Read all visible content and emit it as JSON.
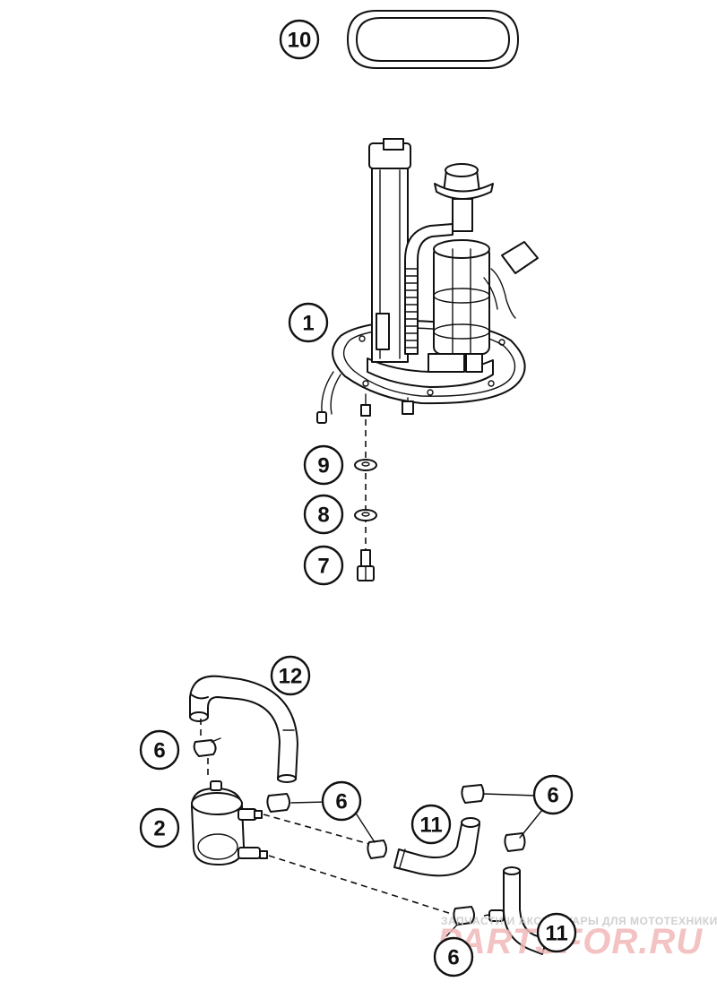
{
  "callouts": [
    {
      "id": "c10",
      "label": "10"
    },
    {
      "id": "c1",
      "label": "1"
    },
    {
      "id": "c9",
      "label": "9"
    },
    {
      "id": "c8",
      "label": "8"
    },
    {
      "id": "c7",
      "label": "7"
    },
    {
      "id": "c12",
      "label": "12"
    },
    {
      "id": "c6a",
      "label": "6"
    },
    {
      "id": "c2",
      "label": "2"
    },
    {
      "id": "c6b",
      "label": "6"
    },
    {
      "id": "c11a",
      "label": "11"
    },
    {
      "id": "c6c",
      "label": "6"
    },
    {
      "id": "c11b",
      "label": "11"
    },
    {
      "id": "c6d",
      "label": "6"
    }
  ],
  "watermark": {
    "tagline": "ЗАПЧАСТИ И АКСЕССУАРЫ ДЛЯ МОТОТЕХНИКИ",
    "brand": "PARTSFOR.RU"
  }
}
